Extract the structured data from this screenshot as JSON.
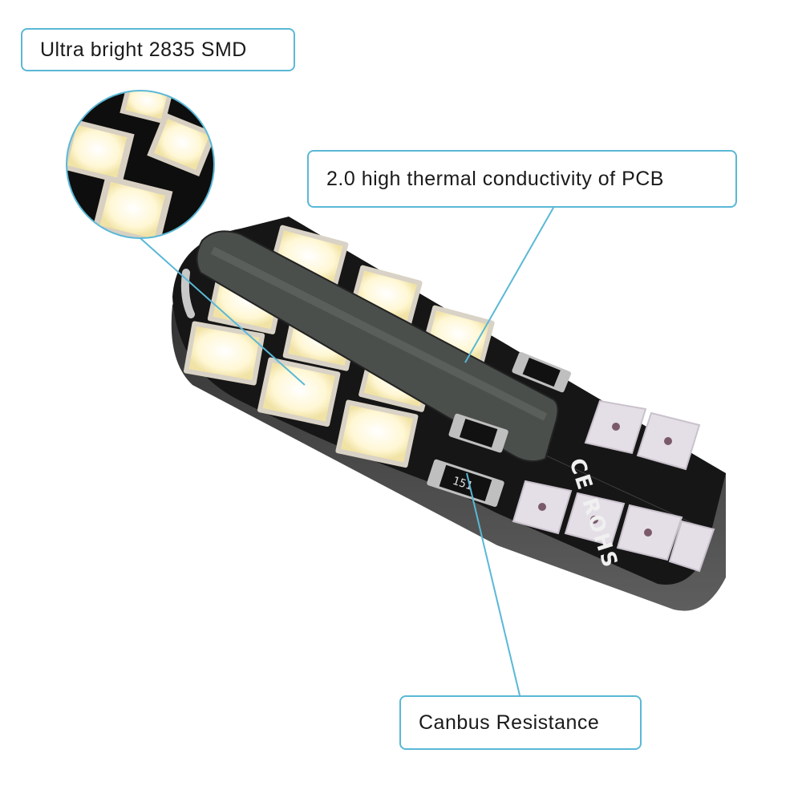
{
  "callouts": {
    "smd": "Ultra bright 2835 SMD",
    "pcb": "2.0 high thermal conductivity of PCB",
    "canbus": "Canbus Resistance"
  },
  "board_marking": {
    "cert": "CE ROHS",
    "resistor_code": "151"
  },
  "colors": {
    "accent": "#5ab8d6",
    "pcb": "#161616",
    "led": "#fff6cf",
    "pad": "#e6e0e6"
  }
}
